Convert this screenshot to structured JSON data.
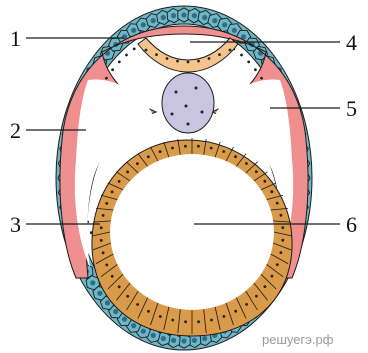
{
  "labels": [
    "1",
    "2",
    "3",
    "4",
    "5",
    "6"
  ],
  "watermark": "решуегэ.рф",
  "colors": {
    "outer": "#6fb6c6",
    "outer_nucleus": "#2f6f86",
    "mesoderm": "#f08f8f",
    "endoderm": "#d99a4a",
    "neural": "#f3c58c",
    "notochord": "#c9c4e0",
    "cavity": "#ffffff",
    "line": "#1a1a1a"
  },
  "icons": [
    "embryo-cross-section"
  ]
}
